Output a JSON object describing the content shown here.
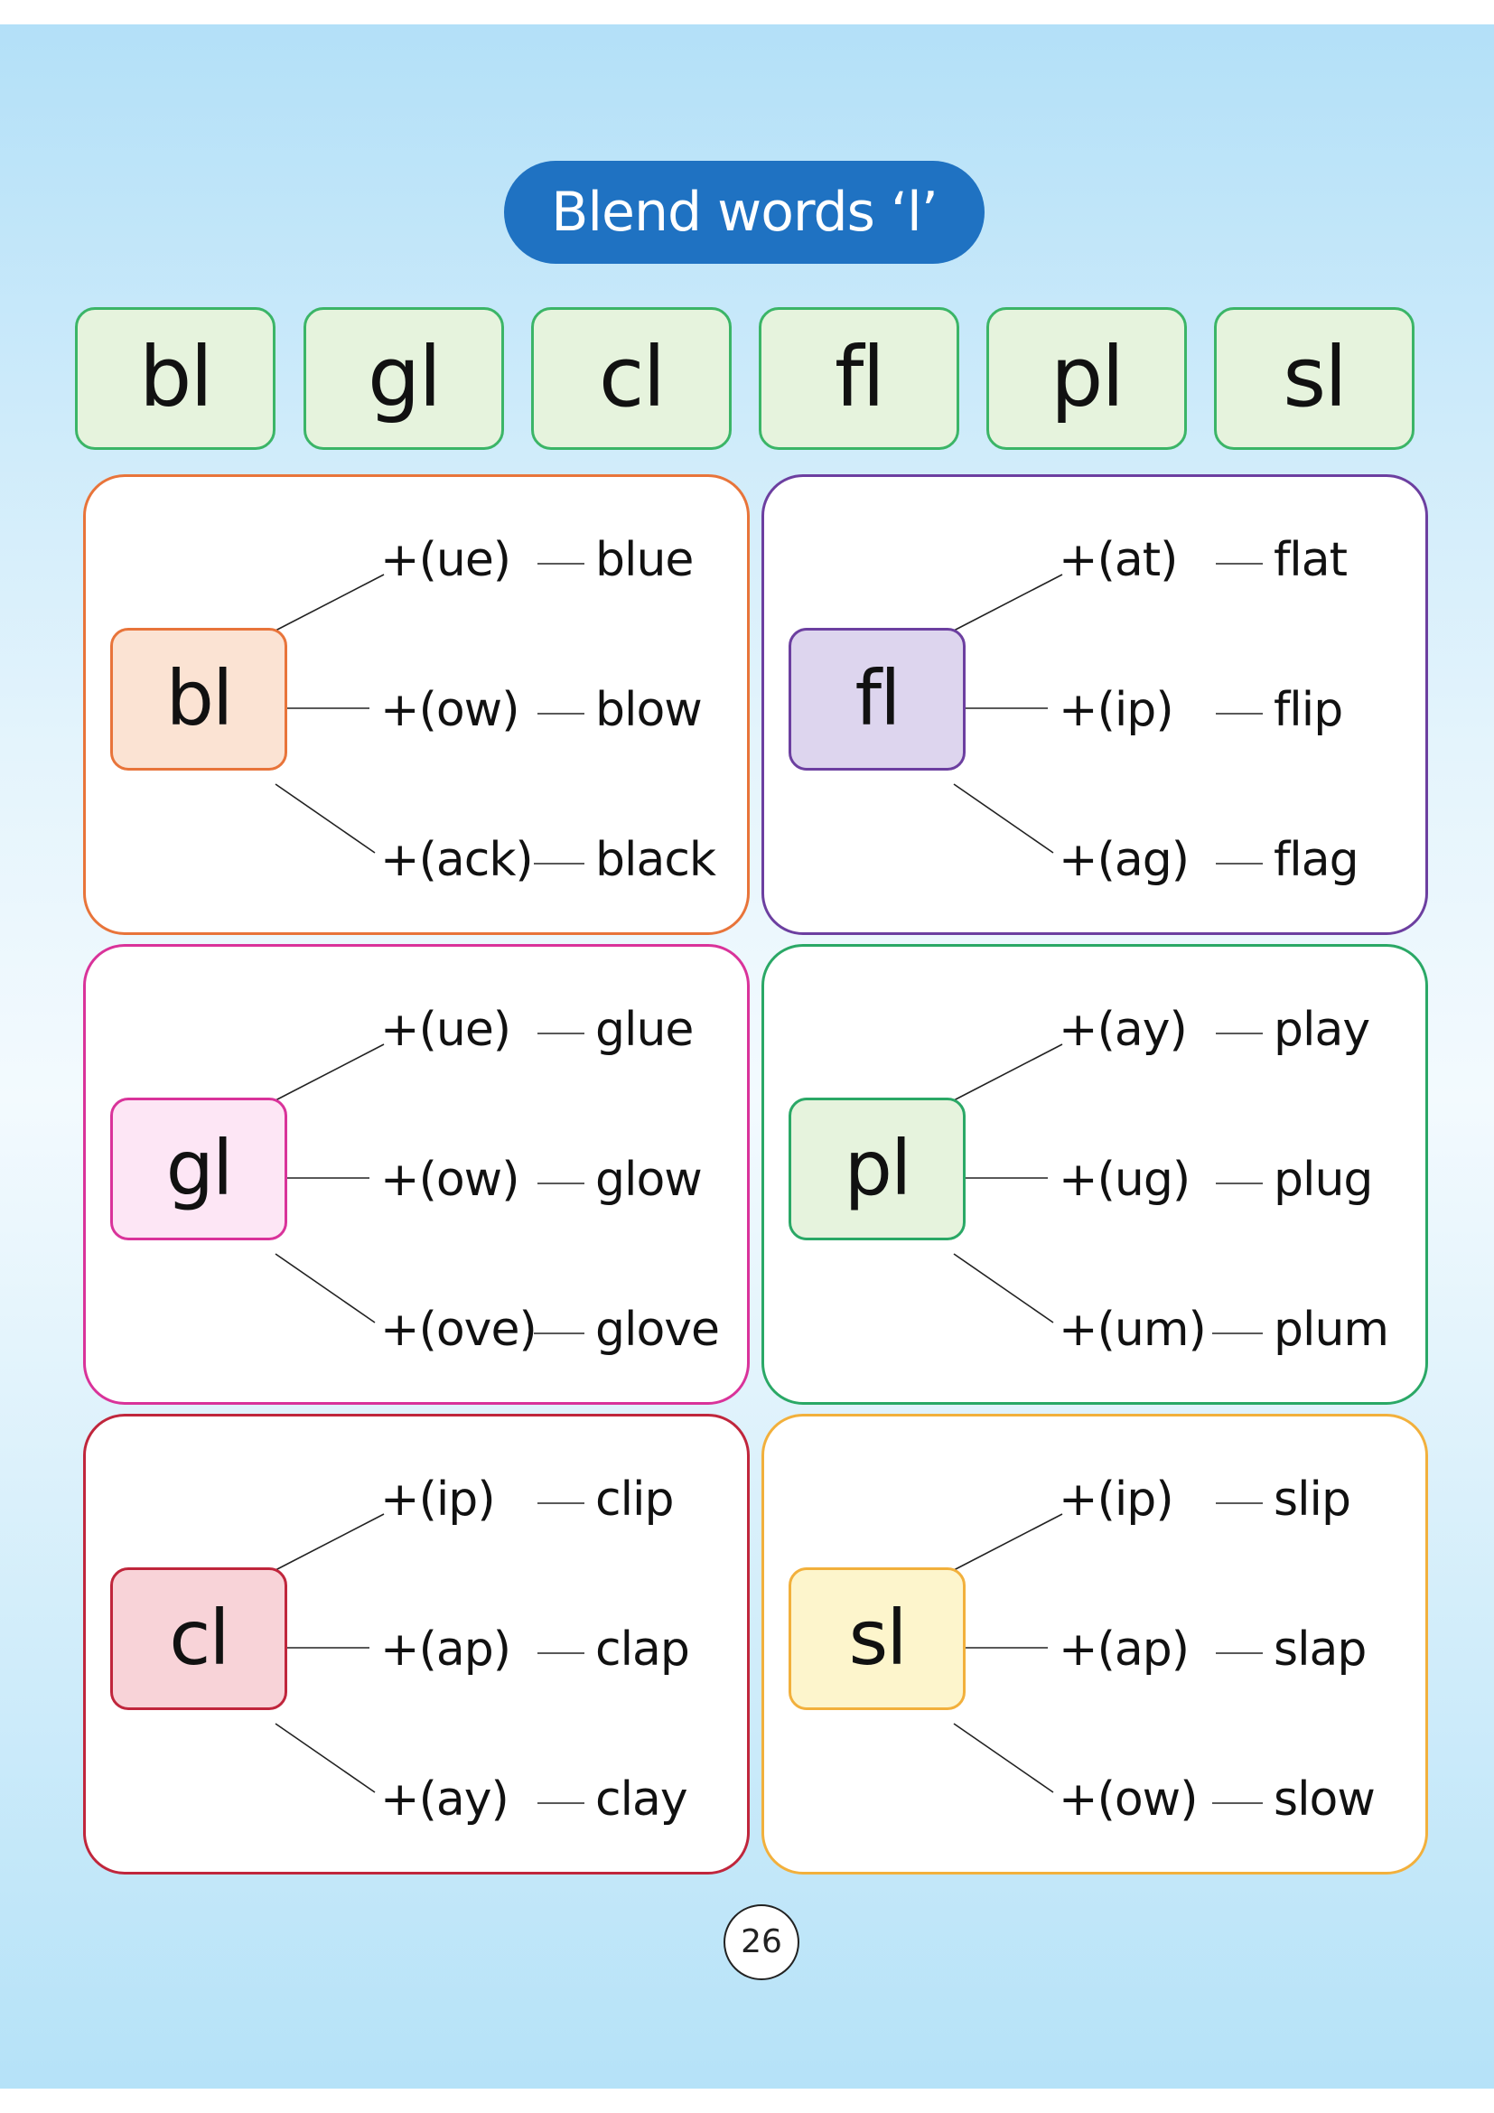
{
  "title": "Blend words ‘l’",
  "blend_chips": [
    "bl",
    "gl",
    "cl",
    "fl",
    "pl",
    "sl"
  ],
  "cards": [
    {
      "blend": "bl",
      "border_color": "#e8743a",
      "root_fill": "#fbe3d3",
      "root_border": "#e8743a",
      "rows": [
        {
          "suffix": "+(ue)",
          "word": "blue"
        },
        {
          "suffix": "+(ow)",
          "word": "blow"
        },
        {
          "suffix": "+(ack)",
          "word": "black"
        }
      ]
    },
    {
      "blend": "fl",
      "border_color": "#6c3fa0",
      "root_fill": "#ddd5ee",
      "root_border": "#6c3fa0",
      "rows": [
        {
          "suffix": "+(at)",
          "word": "flat"
        },
        {
          "suffix": "+(ip)",
          "word": "flip"
        },
        {
          "suffix": "+(ag)",
          "word": "flag"
        }
      ]
    },
    {
      "blend": "gl",
      "border_color": "#d9339a",
      "root_fill": "#fde6f5",
      "root_border": "#d9339a",
      "rows": [
        {
          "suffix": "+(ue)",
          "word": "glue"
        },
        {
          "suffix": "+(ow)",
          "word": "glow"
        },
        {
          "suffix": "+(ove)",
          "word": "glove"
        }
      ]
    },
    {
      "blend": "pl",
      "border_color": "#2aa866",
      "root_fill": "#e6f3dd",
      "root_border": "#2aa866",
      "rows": [
        {
          "suffix": "+(ay)",
          "word": "play"
        },
        {
          "suffix": "+(ug)",
          "word": "plug"
        },
        {
          "suffix": "+(um)",
          "word": "plum"
        }
      ]
    },
    {
      "blend": "cl",
      "border_color": "#c0263c",
      "root_fill": "#f8d3d8",
      "root_border": "#c0263c",
      "rows": [
        {
          "suffix": "+(ip)",
          "word": "clip"
        },
        {
          "suffix": "+(ap)",
          "word": "clap"
        },
        {
          "suffix": "+(ay)",
          "word": "clay"
        }
      ]
    },
    {
      "blend": "sl",
      "border_color": "#f2b03c",
      "root_fill": "#fdf5cc",
      "root_border": "#f2b03c",
      "rows": [
        {
          "suffix": "+(ip)",
          "word": "slip"
        },
        {
          "suffix": "+(ap)",
          "word": "slap"
        },
        {
          "suffix": "+(ow)",
          "word": "slow"
        }
      ]
    }
  ],
  "page_number": "26"
}
